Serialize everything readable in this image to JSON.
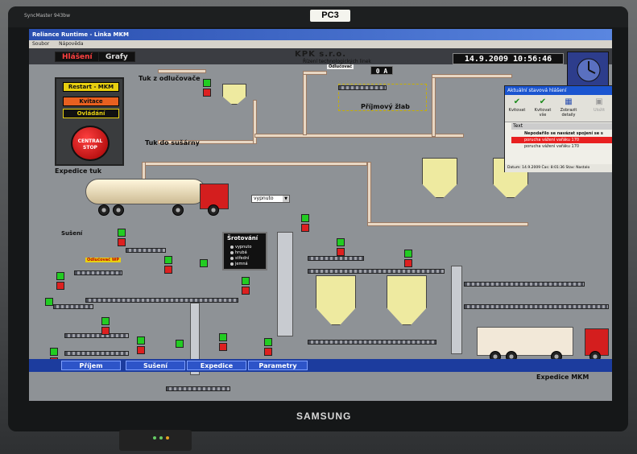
{
  "bezel": {
    "pc_label": "PC3",
    "brand": "SAMSUNG",
    "model": "SyncMaster 943bw"
  },
  "app": {
    "title": "Reliance Runtime - Linka MKM",
    "menu": [
      "Soubor",
      "Nápověda"
    ]
  },
  "header": {
    "company": "KPK s.r.o.",
    "subtitle": "Řízení technologických linek",
    "datetime": "14.9.2009 10:56:46"
  },
  "tabs": {
    "alarms": "Hlášení",
    "graphs": "Grafy"
  },
  "control": {
    "restart": "Restart - MKM",
    "ack": "Kvitace",
    "control": "Ovládání",
    "stop": "CENTRAL STOP"
  },
  "labels": {
    "fat_from_separator": "Tuk z odlučovače",
    "fat_to_dryer": "Tuk do sušárny",
    "fat_dispatch": "Expedice tuk",
    "receiving_trough": "Příjmový žlab",
    "drying": "Sušení",
    "mkm_dispatch": "Expedice MKM",
    "cleaner": "Odlučovač",
    "mkm_dispatch_small": "Odlučovač WP"
  },
  "counters": {
    "c1": "0 A",
    "c2": "0 A"
  },
  "combo": {
    "value": "vypnuto"
  },
  "sorting": {
    "title": "Šrotování",
    "options": [
      "vypnuto",
      "hrubá",
      "střední",
      "jemná"
    ]
  },
  "alarm_window": {
    "title": "Aktuální stavová hlášení",
    "tools": [
      "Kvitovat",
      "Kvitovat vše",
      "Zobrazit detaily",
      "Uložit"
    ],
    "header": "Text",
    "rows": [
      "Nepodařilo se navázat spojení se s",
      "porucha vážení vařáku 170",
      "porucha vážení vařáku 170"
    ],
    "footer": "Datum: 14.9.2009   Čas: 8:01:36   Stav: Nastalo"
  },
  "nav": [
    "Příjem",
    "Sušení",
    "Expedice",
    "Parametry"
  ],
  "colors": {
    "alarm_red": "#dd2020",
    "ok_green": "#22cc22",
    "hopper": "#eeeaa0",
    "nav": "#2d54c8"
  }
}
